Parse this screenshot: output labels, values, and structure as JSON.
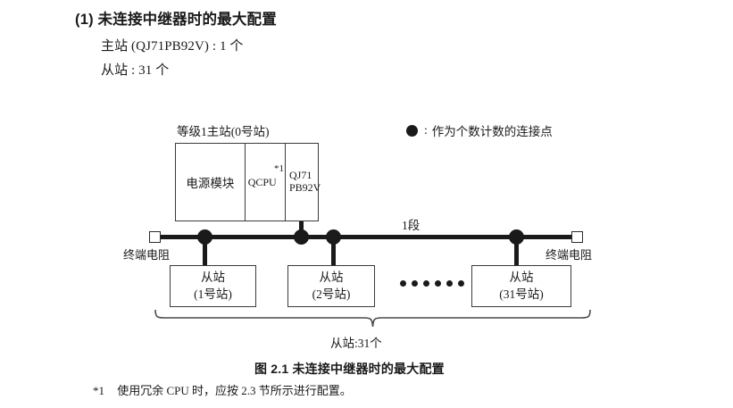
{
  "heading": {
    "number": "(1)",
    "text": "未连接中继器时的最大配置",
    "full": "(1) 未连接中继器时的最大配置"
  },
  "spec_lines": {
    "master": "主站 (QJ71PB92V) : 1 个",
    "slave": "从站 : 31 个"
  },
  "legend": {
    "dot_icon": "filled-circle-icon",
    "colon": ":",
    "text": "作为个数计数的连接点"
  },
  "diagram": {
    "master_station": {
      "label": "等级1主站(0号站)",
      "cells": {
        "power": "电源模块",
        "cpu": "QCPU",
        "cpu_footnote_mark": "*1",
        "network_line1": "QJ71",
        "network_line2": "PB92V"
      }
    },
    "bus": {
      "segment_label": "1段",
      "terminating_resistor_left": "终端电阻",
      "terminating_resistor_right": "终端电阻"
    },
    "slaves": [
      {
        "title": "从站",
        "station": "(1号站)"
      },
      {
        "title": "从站",
        "station": "(2号站)"
      },
      {
        "title": "从站",
        "station": "(31号站)"
      }
    ],
    "ellipsis_dot_count": 6,
    "brace_label": "从站:31个"
  },
  "figure_caption": "图 2.1  未连接中继器时的最大配置",
  "footnote": {
    "mark": "*1",
    "text": "使用冗余 CPU 时，应按 2.3 节所示进行配置。"
  },
  "colors": {
    "ink": "#1a1a1a",
    "line": "#3b3b3b",
    "background": "#ffffff"
  }
}
